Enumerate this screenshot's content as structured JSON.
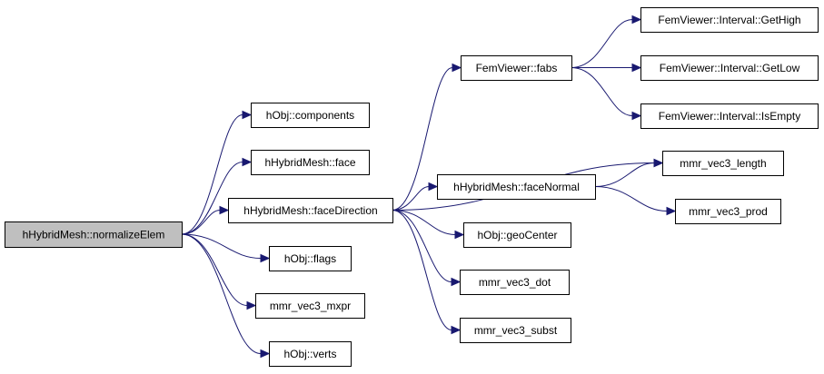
{
  "graph": {
    "edge_color": "#191970",
    "root_fill": "#bfbfbf",
    "nodes": [
      {
        "id": "root",
        "label": "hHybridMesh::normalizeElem"
      },
      {
        "id": "components",
        "label": "hObj::components"
      },
      {
        "id": "face",
        "label": "hHybridMesh::face"
      },
      {
        "id": "faceDirection",
        "label": "hHybridMesh::faceDirection"
      },
      {
        "id": "flags",
        "label": "hObj::flags"
      },
      {
        "id": "mxpr",
        "label": "mmr_vec3_mxpr"
      },
      {
        "id": "verts",
        "label": "hObj::verts"
      },
      {
        "id": "fabs",
        "label": "FemViewer::fabs"
      },
      {
        "id": "faceNormal",
        "label": "hHybridMesh::faceNormal"
      },
      {
        "id": "geoCenter",
        "label": "hObj::geoCenter"
      },
      {
        "id": "dot",
        "label": "mmr_vec3_dot"
      },
      {
        "id": "subst",
        "label": "mmr_vec3_subst"
      },
      {
        "id": "getHigh",
        "label": "FemViewer::Interval::GetHigh"
      },
      {
        "id": "getLow",
        "label": "FemViewer::Interval::GetLow"
      },
      {
        "id": "isEmpty",
        "label": "FemViewer::Interval::IsEmpty"
      },
      {
        "id": "length",
        "label": "mmr_vec3_length"
      },
      {
        "id": "prod",
        "label": "mmr_vec3_prod"
      }
    ],
    "edges": [
      [
        "root",
        "components"
      ],
      [
        "root",
        "face"
      ],
      [
        "root",
        "faceDirection"
      ],
      [
        "root",
        "flags"
      ],
      [
        "root",
        "mxpr"
      ],
      [
        "root",
        "verts"
      ],
      [
        "faceDirection",
        "fabs"
      ],
      [
        "faceDirection",
        "length"
      ],
      [
        "faceDirection",
        "faceNormal"
      ],
      [
        "faceDirection",
        "geoCenter"
      ],
      [
        "faceDirection",
        "dot"
      ],
      [
        "faceDirection",
        "subst"
      ],
      [
        "fabs",
        "getHigh"
      ],
      [
        "fabs",
        "getLow"
      ],
      [
        "fabs",
        "isEmpty"
      ],
      [
        "faceNormal",
        "length"
      ],
      [
        "faceNormal",
        "prod"
      ]
    ]
  }
}
